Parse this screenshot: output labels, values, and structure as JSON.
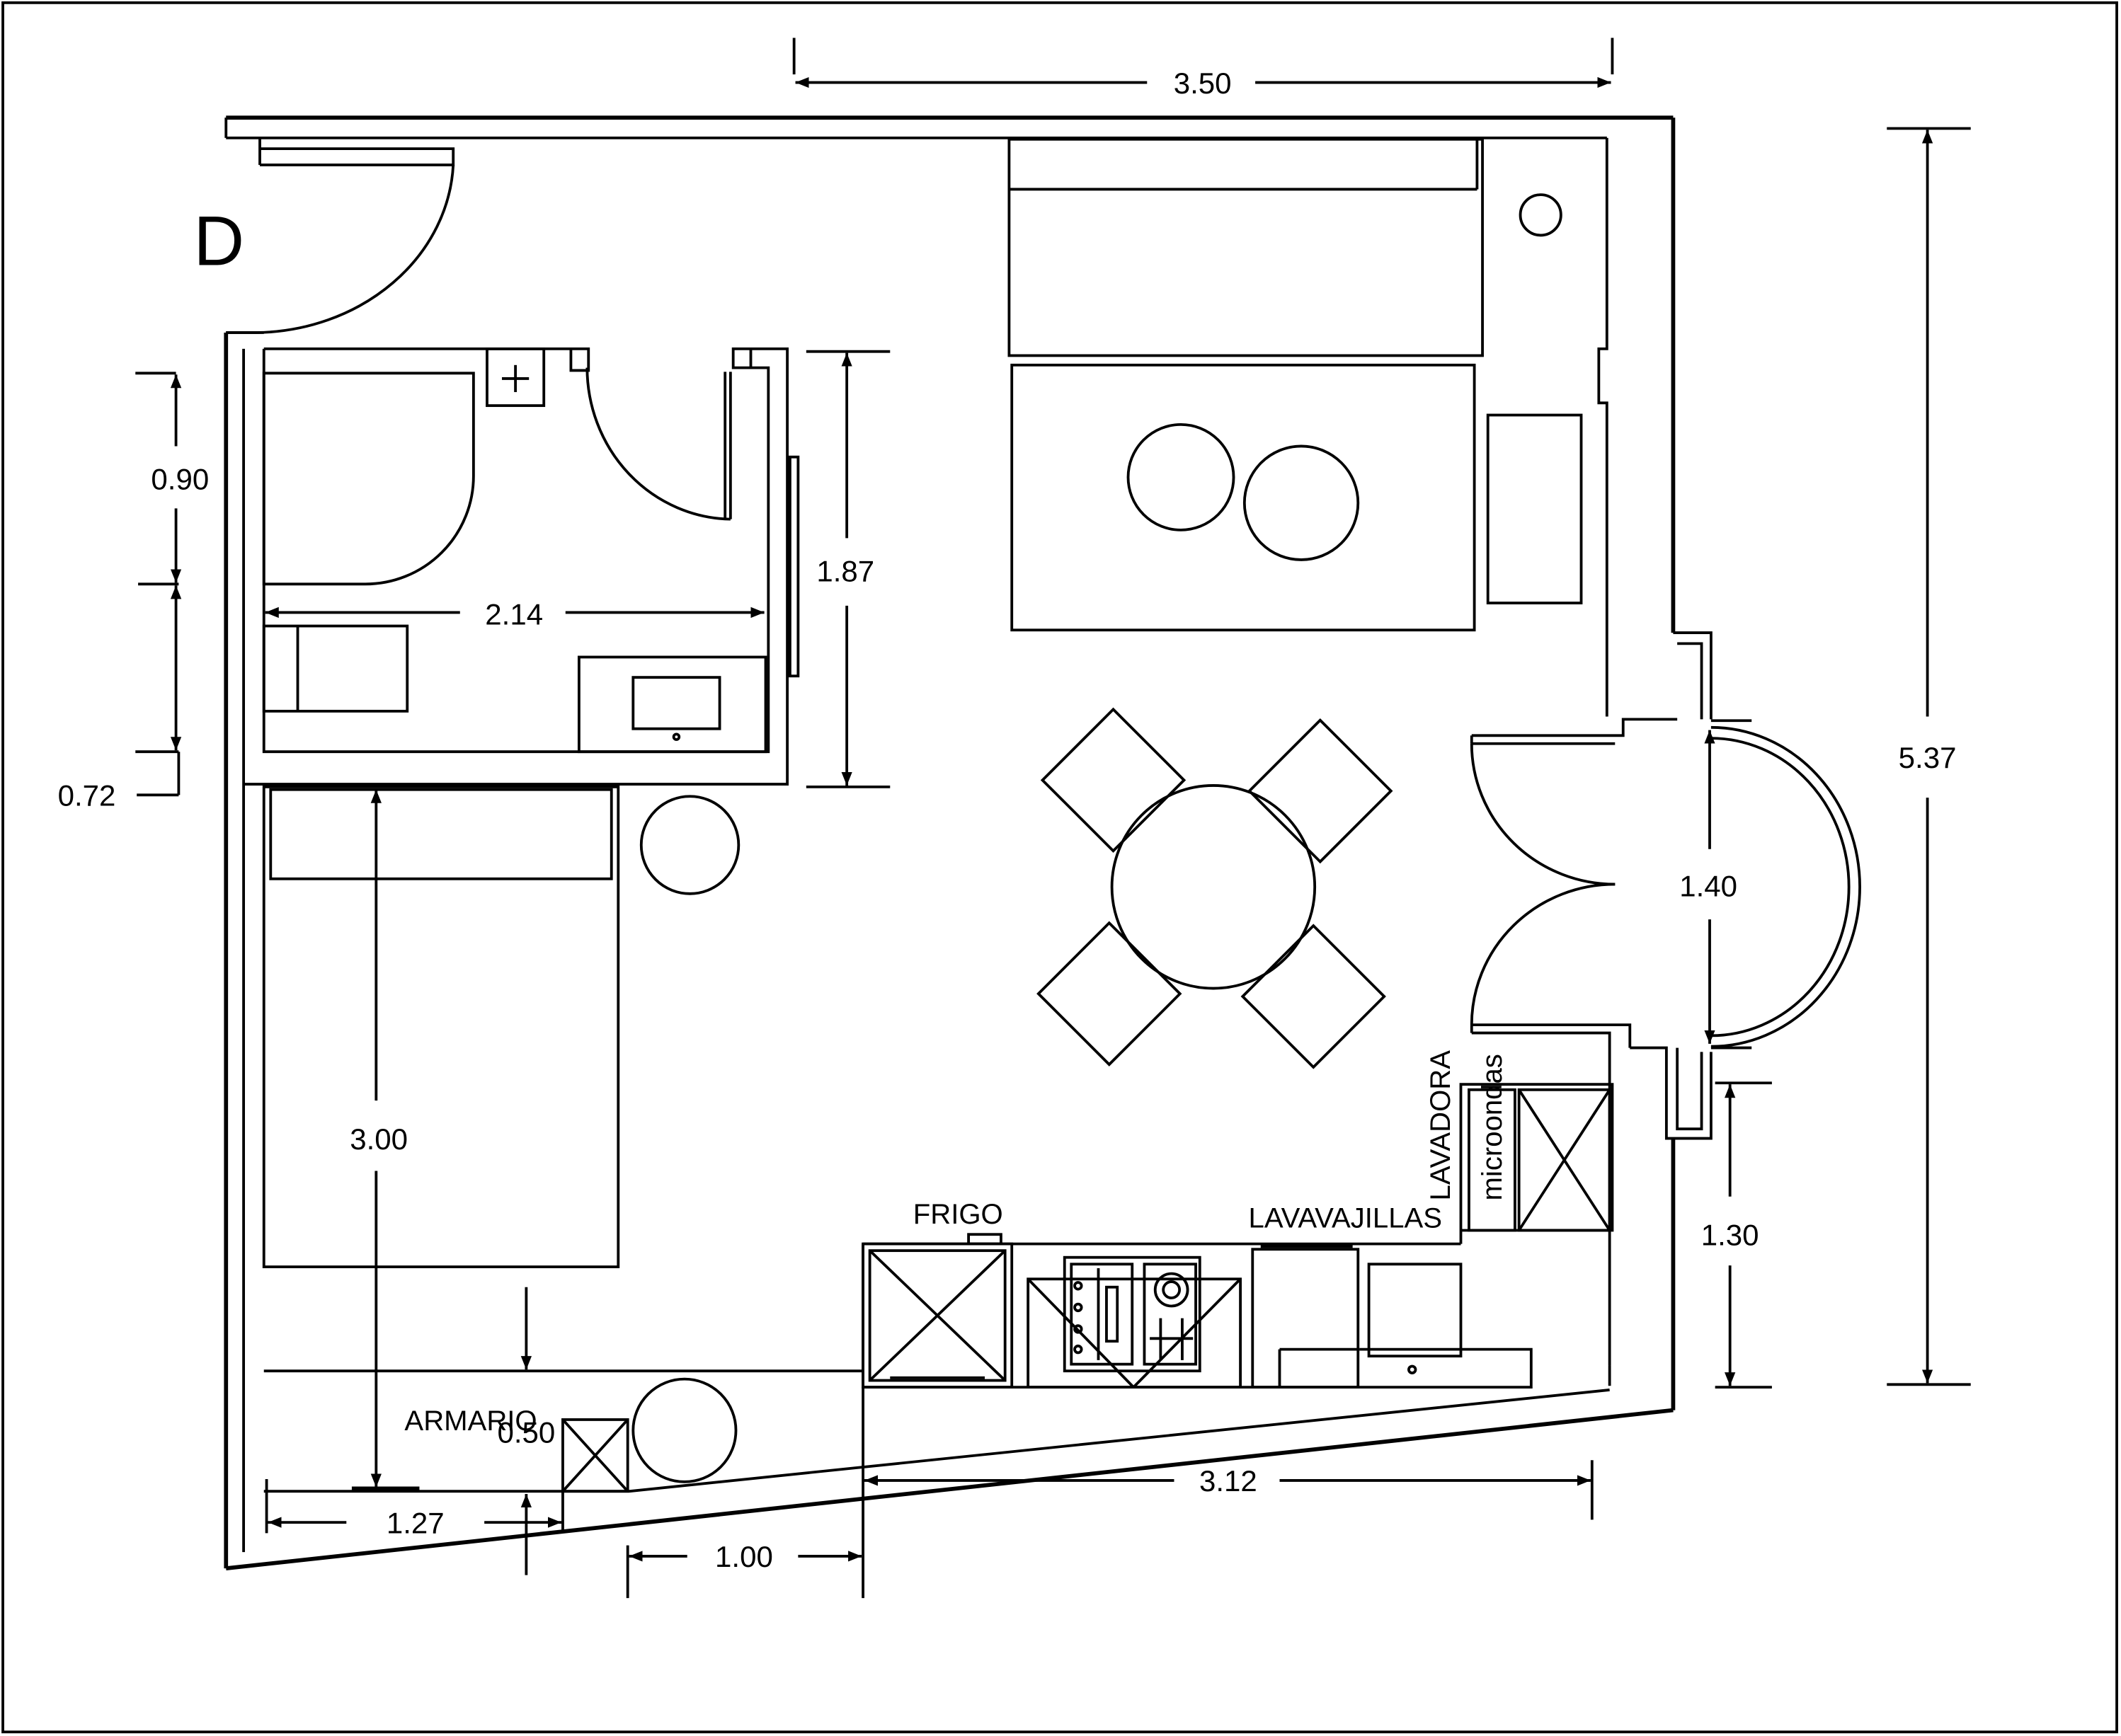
{
  "plan": {
    "room_letter": "D",
    "labels": {
      "frigo": "FRIGO",
      "lavavajillas": "LAVAVAJILLAS",
      "lavadora": "LAVADORA",
      "microondas": "microondas",
      "armario": "ARMARIO"
    },
    "dimensions": {
      "top_width": "3.50",
      "right_height": "5.37",
      "bath_top": "0.90",
      "bath_bottom": "0.72",
      "bath_width": "2.14",
      "bath_height": "1.87",
      "balcony_door": "1.40",
      "kitchen_side": "1.30",
      "bed_length": "3.00",
      "armario_depth": "0.50",
      "bottom_left": "1.27",
      "bottom_mid": "1.00",
      "bottom_right": "3.12"
    }
  }
}
